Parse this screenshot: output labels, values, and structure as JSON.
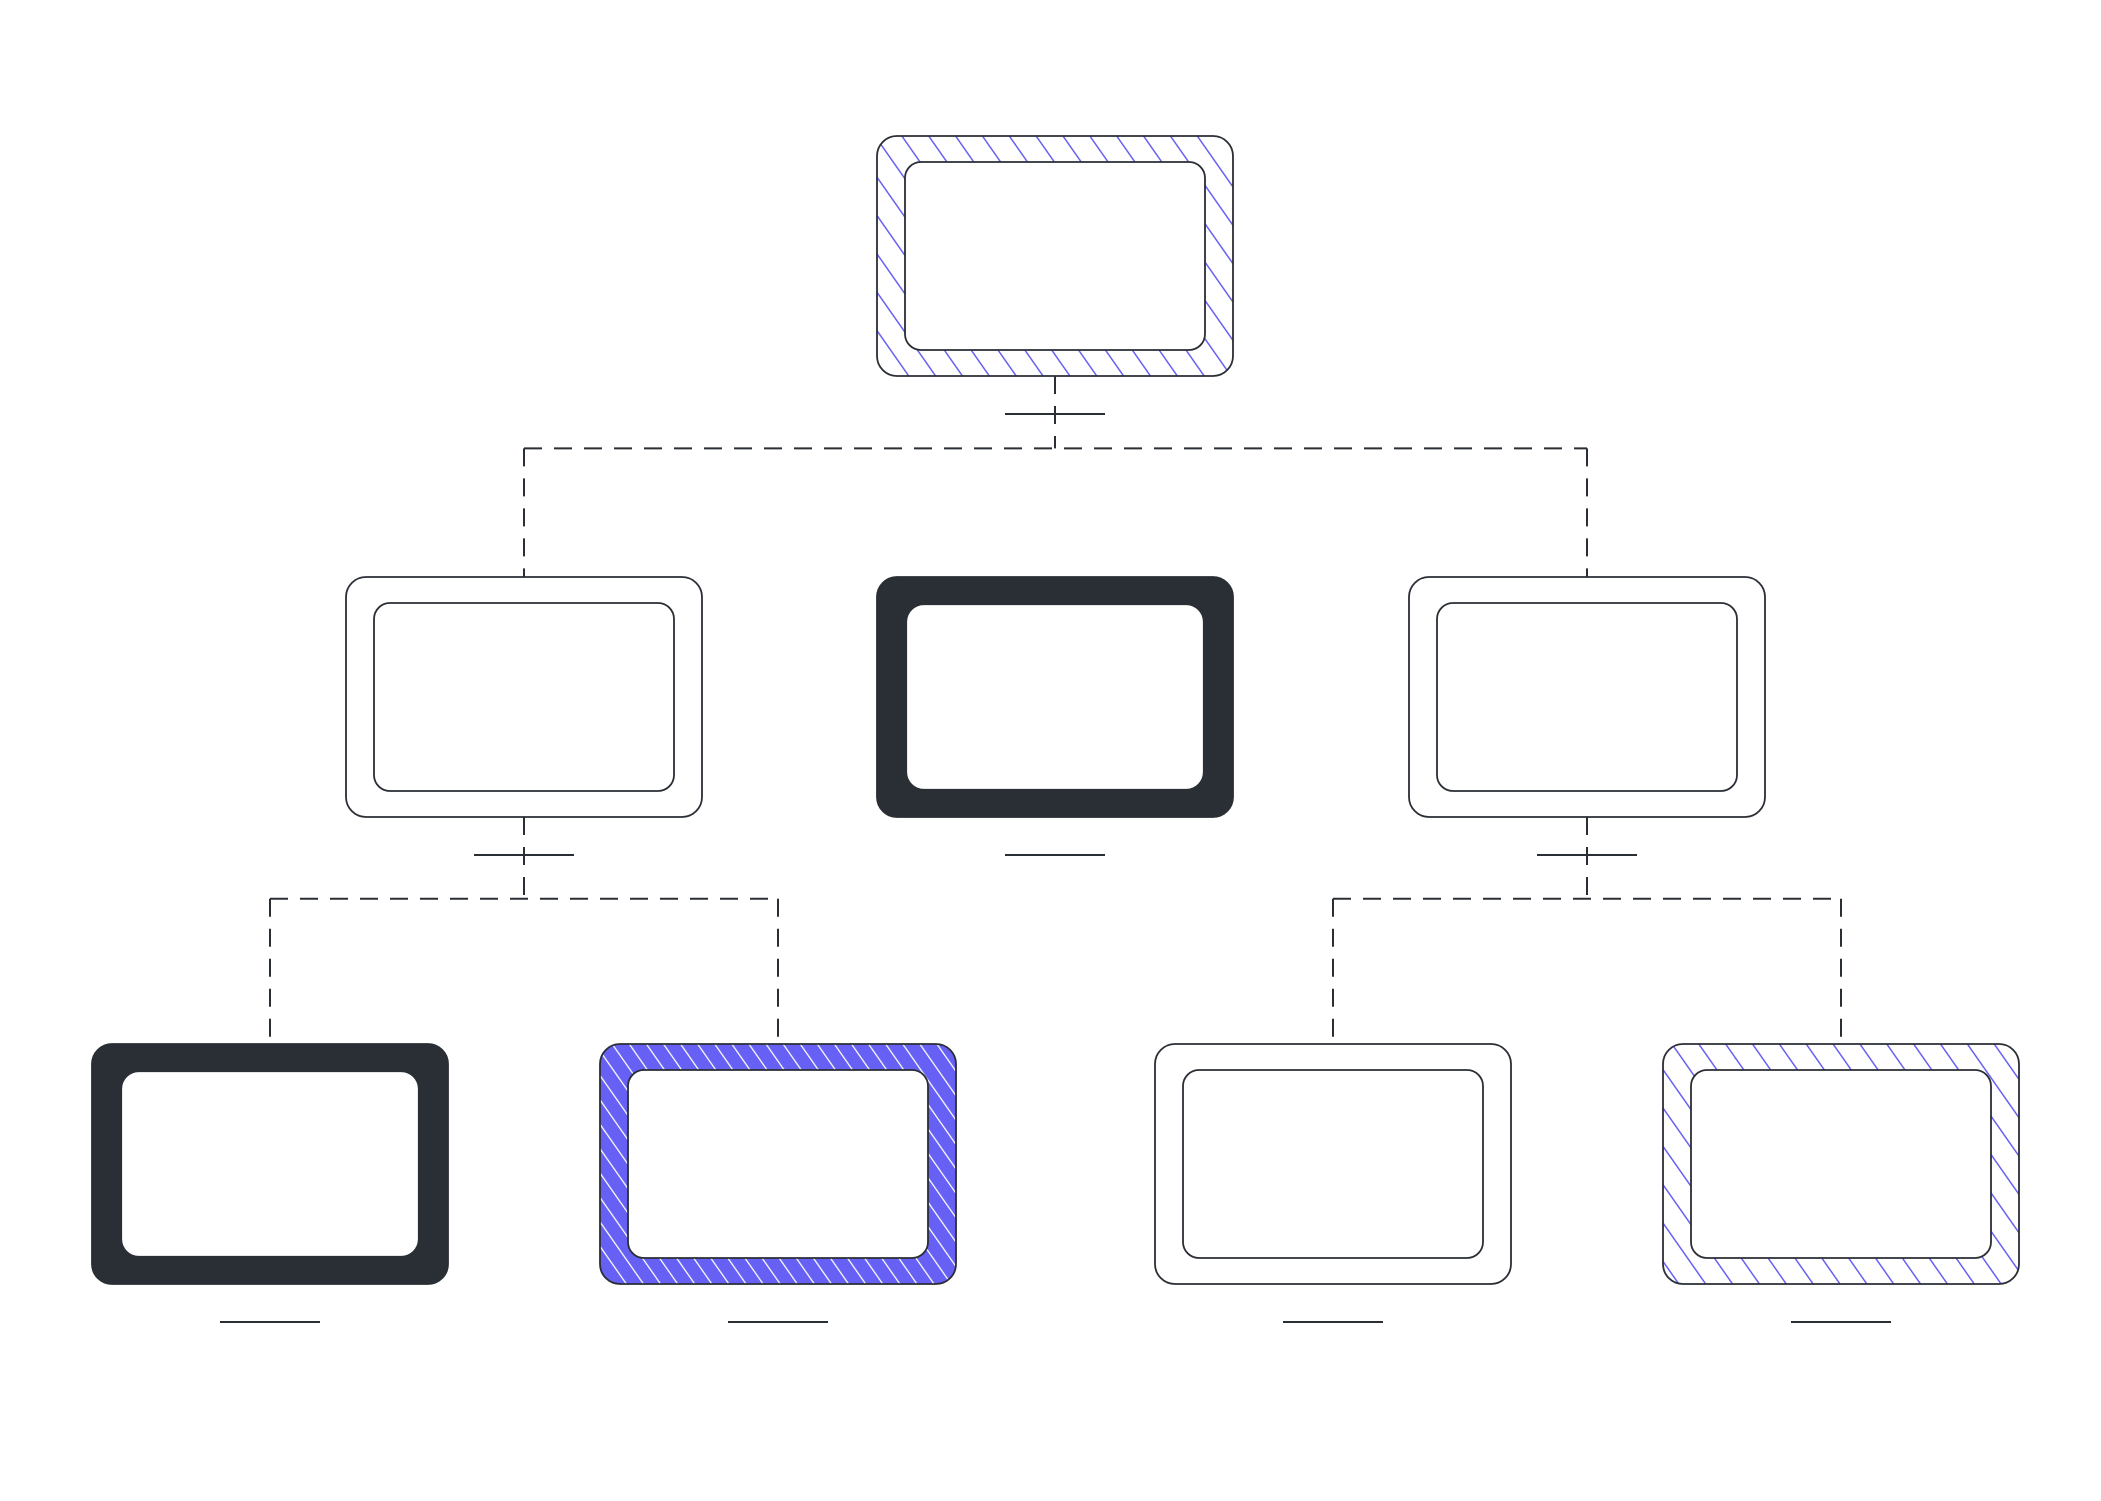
{
  "diagram": {
    "type": "hierarchy",
    "colors": {
      "background": "#ffffff",
      "stroke": "#2a2e35",
      "dark_fill": "#2a2e35",
      "accent": "#6661f4",
      "connector": "#2a2e35"
    },
    "levels": [
      [
        {
          "id": "root",
          "style": "hatch-light",
          "children": [
            "l1-a",
            "l1-c"
          ]
        }
      ],
      [
        {
          "id": "l1-a",
          "style": "outline",
          "children": [
            "l2-a",
            "l2-b"
          ]
        },
        {
          "id": "l1-b",
          "style": "dark",
          "children": []
        },
        {
          "id": "l1-c",
          "style": "outline",
          "children": [
            "l2-c",
            "l2-d"
          ]
        }
      ],
      [
        {
          "id": "l2-a",
          "style": "dark",
          "children": []
        },
        {
          "id": "l2-b",
          "style": "hatch-dense",
          "children": []
        },
        {
          "id": "l2-c",
          "style": "outline",
          "children": []
        },
        {
          "id": "l2-d",
          "style": "hatch-light",
          "children": []
        }
      ]
    ]
  }
}
